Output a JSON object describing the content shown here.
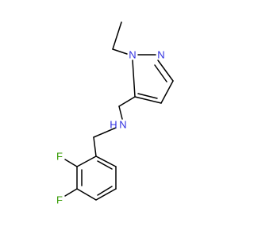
{
  "molecule": {
    "colors": {
      "bond": "#000000",
      "nitrogen": "#2f2fe0",
      "fluorine": "#339900",
      "carbon": "#000000",
      "background": "#ffffff"
    },
    "atom_labels": {
      "n_pyrazole_1": "N",
      "n_pyrazole_2": "N",
      "n_amine": "N",
      "h_amine": "H",
      "f_ortho": "F",
      "f_meta": "F"
    }
  }
}
